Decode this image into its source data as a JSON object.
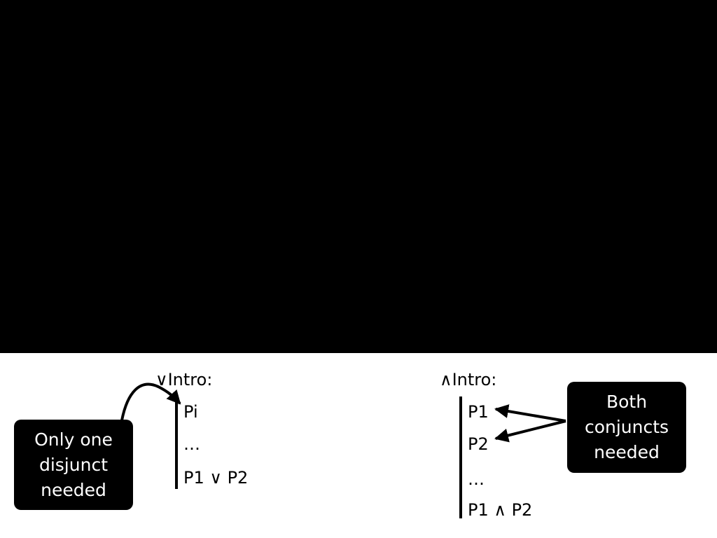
{
  "or_intro": {
    "title": "∨Intro:",
    "lines": [
      "Pi",
      "…",
      "P1 ∨ P2"
    ],
    "callout": [
      "Only one",
      "disjunct",
      "needed"
    ]
  },
  "and_intro": {
    "title": "∧Intro:",
    "lines": [
      "P1",
      "P2",
      "…",
      "P1 ∧ P2"
    ],
    "callout": [
      "Both",
      "conjuncts",
      "needed"
    ]
  }
}
